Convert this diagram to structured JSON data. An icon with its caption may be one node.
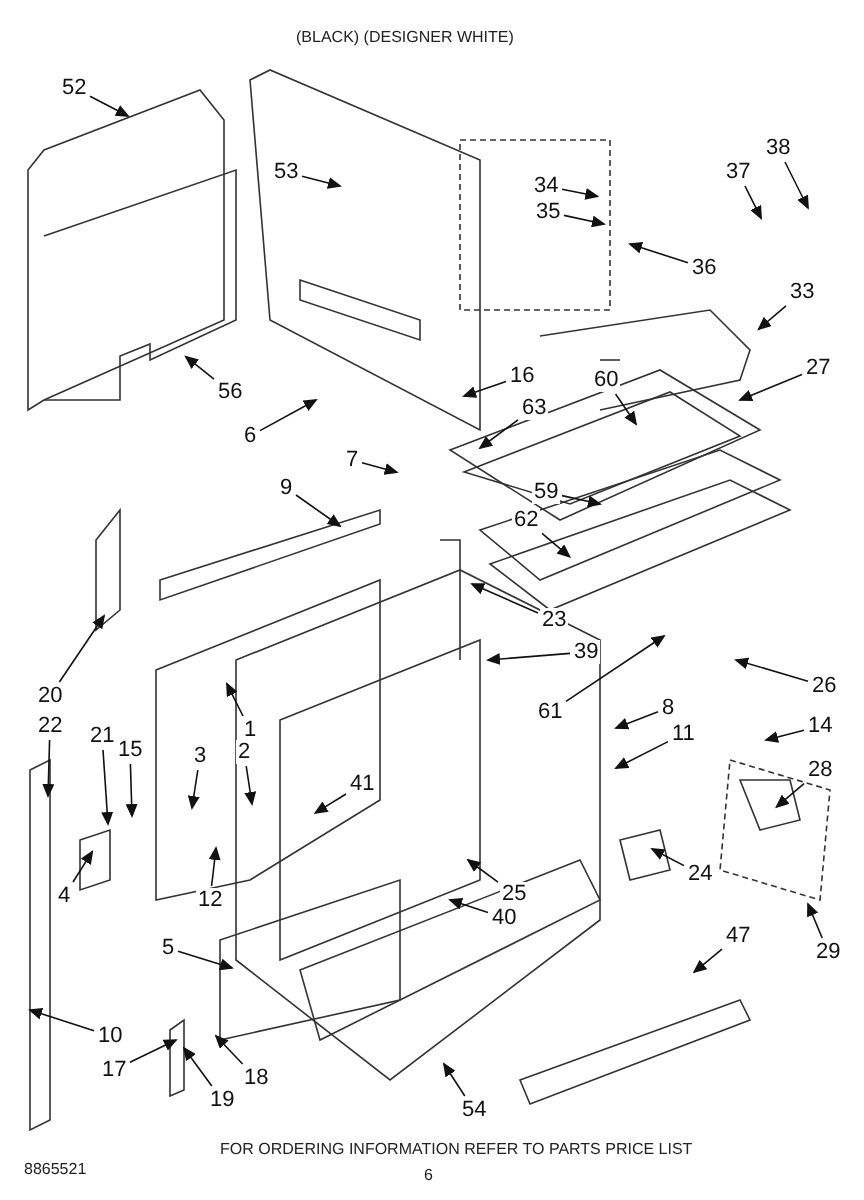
{
  "diagram": {
    "nodes": [
      {
        "text": [
          "52"
        ]
      },
      {
        "text": [
          "53"
        ]
      },
      {
        "text": [
          "56"
        ]
      },
      {
        "text": [
          "6"
        ]
      },
      {
        "text": [
          "7"
        ]
      },
      {
        "text": [
          "9"
        ]
      },
      {
        "text": [
          "38"
        ]
      },
      {
        "text": [
          "37"
        ]
      },
      {
        "text": [
          "34"
        ]
      },
      {
        "text": [
          "35"
        ]
      },
      {
        "text": [
          "36"
        ]
      },
      {
        "text": [
          "33"
        ]
      },
      {
        "text": [
          "27"
        ]
      },
      {
        "text": [
          "16"
        ]
      },
      {
        "text": [
          "60"
        ]
      },
      {
        "text": [
          "63"
        ]
      },
      {
        "text": [
          "59"
        ]
      },
      {
        "text": [
          "62"
        ]
      },
      {
        "text": [
          "23"
        ]
      },
      {
        "text": [
          "39"
        ]
      },
      {
        "text": [
          "61"
        ]
      },
      {
        "text": [
          "26"
        ]
      },
      {
        "text": [
          "20"
        ]
      },
      {
        "text": [
          "22"
        ]
      },
      {
        "text": [
          "21"
        ]
      },
      {
        "text": [
          "15"
        ]
      },
      {
        "text": [
          "1"
        ]
      },
      {
        "text": [
          "3"
        ]
      },
      {
        "text": [
          "2"
        ]
      },
      {
        "text": [
          "41"
        ]
      },
      {
        "text": [
          "8"
        ]
      },
      {
        "text": [
          "11"
        ]
      },
      {
        "text": [
          "14"
        ]
      },
      {
        "text": [
          "28"
        ]
      },
      {
        "text": [
          "4"
        ]
      },
      {
        "text": [
          "12"
        ]
      },
      {
        "text": [
          "24"
        ]
      },
      {
        "text": [
          "25"
        ]
      },
      {
        "text": [
          "40"
        ]
      },
      {
        "text": [
          "5"
        ]
      },
      {
        "text": [
          "29"
        ]
      },
      {
        "text": [
          "47"
        ]
      },
      {
        "text": [
          "10"
        ]
      },
      {
        "text": [
          "17"
        ]
      },
      {
        "text": [
          "18"
        ]
      },
      {
        "text": [
          "19"
        ]
      },
      {
        "text": [
          "54"
        ]
      }
    ],
    "edges": [
      {
        "from": 0,
        "to": null,
        "arrow": "to"
      },
      {
        "from": 1,
        "to": null,
        "arrow": "to"
      },
      {
        "from": 2,
        "to": null,
        "arrow": "to"
      },
      {
        "from": 3,
        "to": null,
        "arrow": "to"
      },
      {
        "from": 4,
        "to": null,
        "arrow": "to"
      },
      {
        "from": 5,
        "to": null,
        "arrow": "to"
      },
      {
        "from": 6,
        "to": null,
        "arrow": "to"
      },
      {
        "from": 7,
        "to": null,
        "arrow": "to"
      },
      {
        "from": 8,
        "to": null,
        "arrow": "to"
      },
      {
        "from": 9,
        "to": null,
        "arrow": "to"
      },
      {
        "from": 10,
        "to": null,
        "arrow": "to"
      },
      {
        "from": 11,
        "to": null,
        "arrow": "to"
      },
      {
        "from": 12,
        "to": null,
        "arrow": "to"
      },
      {
        "from": 13,
        "to": null,
        "arrow": "to"
      },
      {
        "from": 14,
        "to": null,
        "arrow": "to"
      },
      {
        "from": 15,
        "to": null,
        "arrow": "to"
      },
      {
        "from": 16,
        "to": null,
        "arrow": "to"
      },
      {
        "from": 17,
        "to": null,
        "arrow": "to"
      },
      {
        "from": 18,
        "to": null,
        "arrow": "to"
      },
      {
        "from": 19,
        "to": null,
        "arrow": "to"
      },
      {
        "from": 20,
        "to": null,
        "arrow": "to"
      },
      {
        "from": 21,
        "to": null,
        "arrow": "to"
      },
      {
        "from": 22,
        "to": null,
        "arrow": "to"
      },
      {
        "from": 23,
        "to": null,
        "arrow": "to"
      },
      {
        "from": 24,
        "to": null,
        "arrow": "to"
      },
      {
        "from": 25,
        "to": null,
        "arrow": "to"
      },
      {
        "from": 26,
        "to": null,
        "arrow": "to"
      },
      {
        "from": 27,
        "to": null,
        "arrow": "to"
      },
      {
        "from": 28,
        "to": null,
        "arrow": "to"
      },
      {
        "from": 29,
        "to": null,
        "arrow": "to"
      },
      {
        "from": 30,
        "to": null,
        "arrow": "to"
      },
      {
        "from": 31,
        "to": null,
        "arrow": "to"
      },
      {
        "from": 32,
        "to": null,
        "arrow": "to"
      },
      {
        "from": 33,
        "to": null,
        "arrow": "to"
      },
      {
        "from": 34,
        "to": null,
        "arrow": "to"
      },
      {
        "from": 35,
        "to": null,
        "arrow": "to"
      },
      {
        "from": 36,
        "to": null,
        "arrow": "to"
      },
      {
        "from": 37,
        "to": null,
        "arrow": "to"
      },
      {
        "from": 38,
        "to": null,
        "arrow": "to"
      },
      {
        "from": 39,
        "to": null,
        "arrow": "to"
      },
      {
        "from": 40,
        "to": null,
        "arrow": "to"
      },
      {
        "from": 41,
        "to": null,
        "arrow": "to"
      },
      {
        "from": 42,
        "to": null,
        "arrow": "to"
      },
      {
        "from": 43,
        "to": null,
        "arrow": "to"
      },
      {
        "from": 44,
        "to": null,
        "arrow": "to"
      },
      {
        "from": 45,
        "to": null,
        "arrow": "to"
      },
      {
        "from": 46,
        "to": null,
        "arrow": "to"
      }
    ],
    "labels": [
      "(BLACK) (DESIGNER WHITE)",
      "FOR ORDERING INFORMATION REFER TO PARTS PRICE LIST",
      "8865521",
      "6"
    ]
  }
}
